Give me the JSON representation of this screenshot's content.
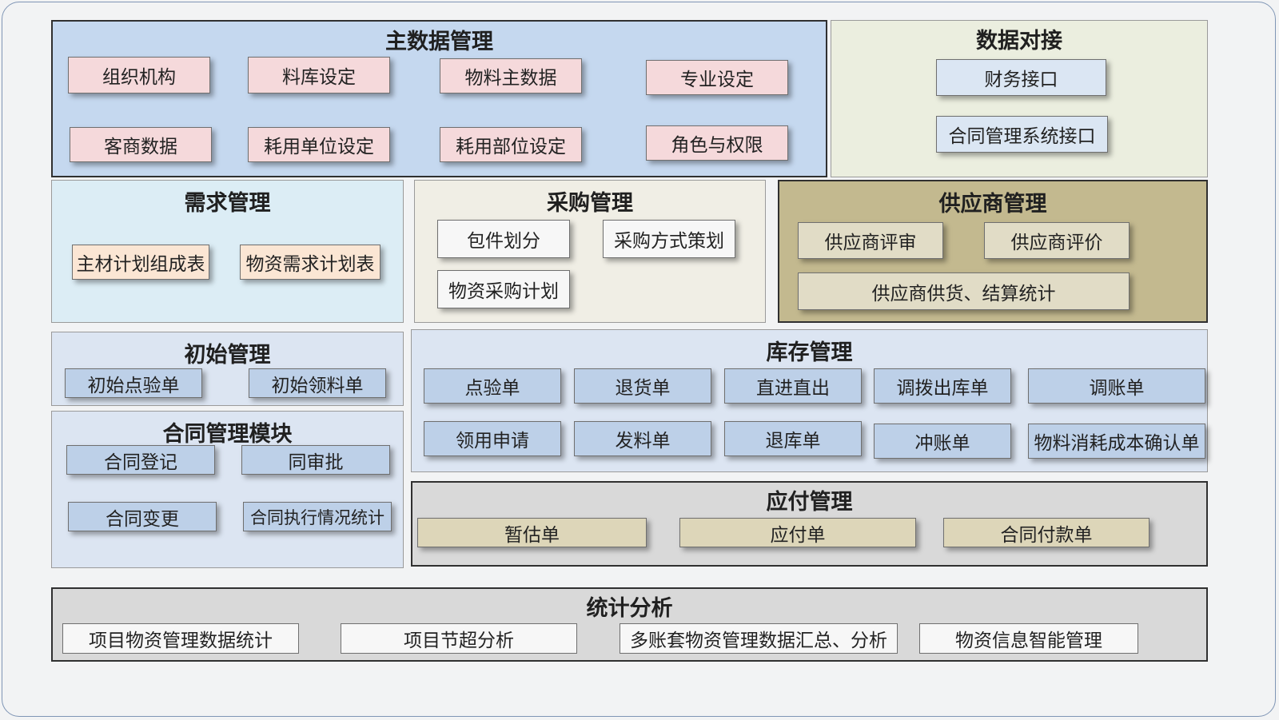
{
  "master": {
    "title": "主数据管理",
    "items": [
      "组织机构",
      "料库设定",
      "物料主数据",
      "专业设定",
      "客商数据",
      "耗用单位设定",
      "耗用部位设定",
      "角色与权限"
    ]
  },
  "integration": {
    "title": "数据对接",
    "items": [
      "财务接口",
      "合同管理系统接口"
    ]
  },
  "demand": {
    "title": "需求管理",
    "items": [
      "主材计划组成表",
      "物资需求计划表"
    ]
  },
  "purchase": {
    "title": "采购管理",
    "items": [
      "包件划分",
      "采购方式策划",
      "物资采购计划"
    ]
  },
  "supplier": {
    "title": "供应商管理",
    "items": [
      "供应商评审",
      "供应商评价",
      "供应商供货、结算统计"
    ]
  },
  "initial": {
    "title": "初始管理",
    "items": [
      "初始点验单",
      "初始领料单"
    ]
  },
  "contract": {
    "title": "合同管理模块",
    "items": [
      "合同登记",
      "同审批",
      "合同变更",
      "合同执行情况统计"
    ]
  },
  "inventory": {
    "title": "库存管理",
    "items": [
      "点验单",
      "退货单",
      "直进直出",
      "调拨出库单",
      "调账单",
      "领用申请",
      "发料单",
      "退库单",
      "冲账单",
      "物料消耗成本确认单"
    ]
  },
  "payable": {
    "title": "应付管理",
    "items": [
      "暂估单",
      "应付单",
      "合同付款单"
    ]
  },
  "stats": {
    "title": "统计分析",
    "items": [
      "项目物资管理数据统计",
      "项目节超分析",
      "多账套物资管理数据汇总、分析",
      "物资信息智能管理"
    ]
  }
}
